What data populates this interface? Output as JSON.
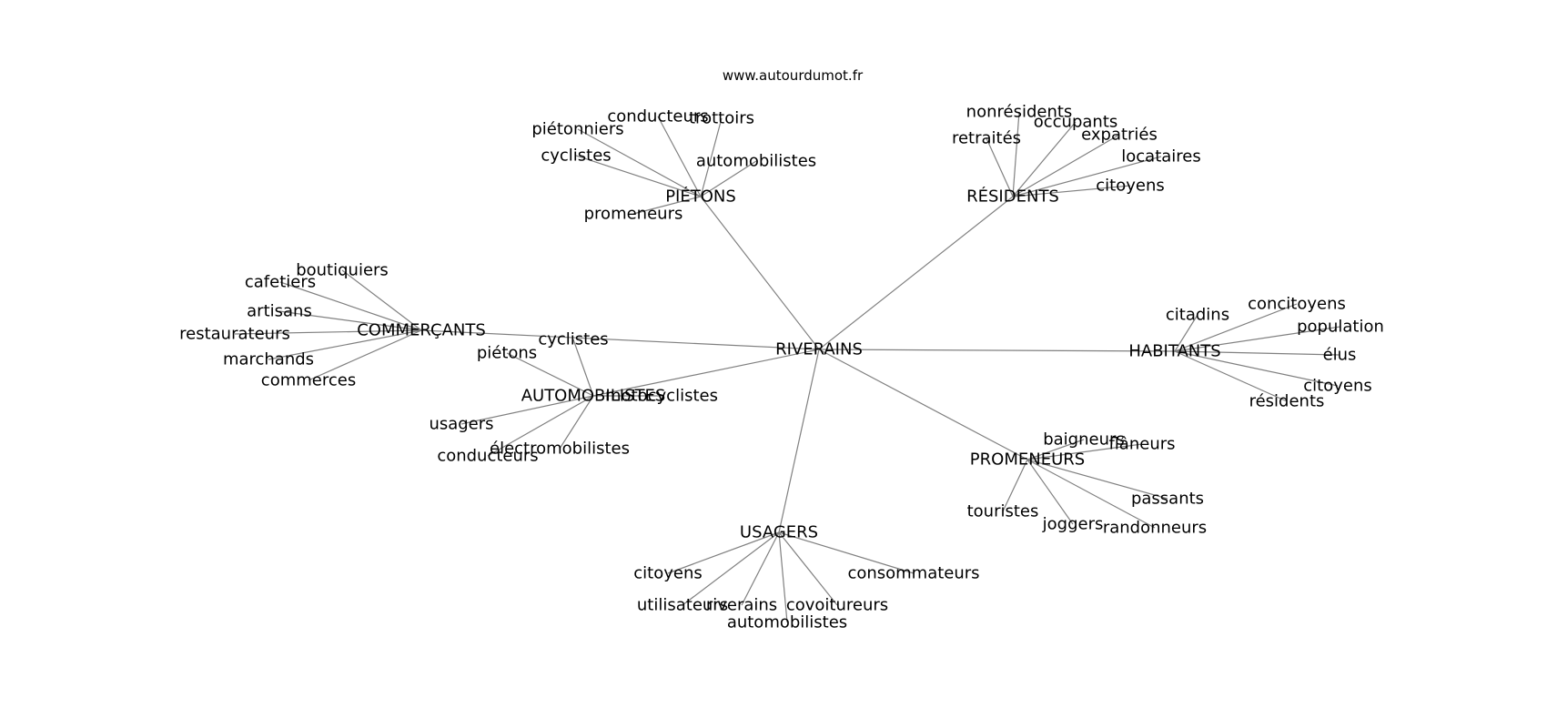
{
  "watermark": "www.autourdumot.fr",
  "center": {
    "id": "riverains",
    "label": "RIVERAINS"
  },
  "clusters": [
    {
      "id": "pietons",
      "label": "PIÉTONS",
      "leaves": [
        {
          "id": "conducteurs",
          "label": "conducteurs"
        },
        {
          "id": "trottoirs",
          "label": "trottoirs"
        },
        {
          "id": "pietonniers",
          "label": "piétonniers"
        },
        {
          "id": "cyclistes",
          "label": "cyclistes"
        },
        {
          "id": "automobilistes",
          "label": "automobilistes"
        },
        {
          "id": "promeneurs",
          "label": "promeneurs"
        }
      ]
    },
    {
      "id": "residents",
      "label": "RÉSIDENTS",
      "leaves": [
        {
          "id": "nonresidents",
          "label": "nonrésidents"
        },
        {
          "id": "occupants",
          "label": "occupants"
        },
        {
          "id": "retraites",
          "label": "retraités"
        },
        {
          "id": "expatries",
          "label": "expatriés"
        },
        {
          "id": "locataires",
          "label": "locataires"
        },
        {
          "id": "citoyens",
          "label": "citoyens"
        }
      ]
    },
    {
      "id": "commercants",
      "label": "COMMERÇANTS",
      "leaves": [
        {
          "id": "boutiquiers",
          "label": "boutiquiers"
        },
        {
          "id": "cafetiers",
          "label": "cafetiers"
        },
        {
          "id": "artisans",
          "label": "artisans"
        },
        {
          "id": "restaurateurs",
          "label": "restaurateurs"
        },
        {
          "id": "marchands",
          "label": "marchands"
        },
        {
          "id": "commerces",
          "label": "commerces"
        }
      ]
    },
    {
      "id": "habitants",
      "label": "HABITANTS",
      "leaves": [
        {
          "id": "citadins",
          "label": "citadins"
        },
        {
          "id": "concitoyens",
          "label": "concitoyens"
        },
        {
          "id": "population",
          "label": "population"
        },
        {
          "id": "elus",
          "label": "élus"
        },
        {
          "id": "citoyens",
          "label": "citoyens"
        },
        {
          "id": "residents",
          "label": "résidents"
        }
      ]
    },
    {
      "id": "automobilistes",
      "label": "AUTOMOBILISTES",
      "leaves": [
        {
          "id": "cyclistes",
          "label": "cyclistes"
        },
        {
          "id": "pietons",
          "label": "piétons"
        },
        {
          "id": "motocyclistes",
          "label": "motocyclistes"
        },
        {
          "id": "usagers",
          "label": "usagers"
        },
        {
          "id": "electromobilistes",
          "label": "électromobilistes"
        },
        {
          "id": "conducteurs",
          "label": "conducteurs"
        }
      ]
    },
    {
      "id": "promeneurs",
      "label": "PROMENEURS",
      "leaves": [
        {
          "id": "baigneurs",
          "label": "baigneurs"
        },
        {
          "id": "flaneurs",
          "label": "flâneurs"
        },
        {
          "id": "passants",
          "label": "passants"
        },
        {
          "id": "touristes",
          "label": "touristes"
        },
        {
          "id": "joggers",
          "label": "joggers"
        },
        {
          "id": "randonneurs",
          "label": "randonneurs"
        }
      ]
    },
    {
      "id": "usagers",
      "label": "USAGERS",
      "leaves": [
        {
          "id": "citoyens",
          "label": "citoyens"
        },
        {
          "id": "consommateurs",
          "label": "consommateurs"
        },
        {
          "id": "utilisateurs",
          "label": "utilisateurs"
        },
        {
          "id": "riverains",
          "label": "riverains"
        },
        {
          "id": "covoitureurs",
          "label": "covoitureurs"
        },
        {
          "id": "automobilistes",
          "label": "automobilistes"
        }
      ]
    }
  ]
}
